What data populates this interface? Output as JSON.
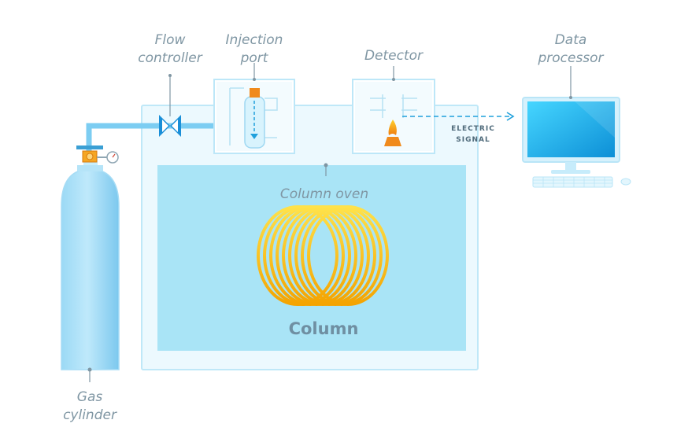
{
  "labels": {
    "flow_controller": [
      "Flow",
      "controller"
    ],
    "injection_port": [
      "Injection",
      "port"
    ],
    "detector": "Detector",
    "data_processor": [
      "Data",
      "processor"
    ],
    "column_oven": "Column oven",
    "column": "Column",
    "gas_cylinder": [
      "Gas",
      "cylinder"
    ],
    "electric_signal": [
      "ELECTRIC",
      "SIGNAL"
    ]
  },
  "colors": {
    "label_text": "#7f96a3",
    "pipe": "#7ccdf2",
    "oven_outer": "#e6f7fd",
    "oven_inner": "#a9e4f6",
    "cylinder": "#8fd3f2",
    "column_coil": "#f5b800",
    "monitor": "#1fa7e6",
    "flame": "#f08a1c"
  }
}
